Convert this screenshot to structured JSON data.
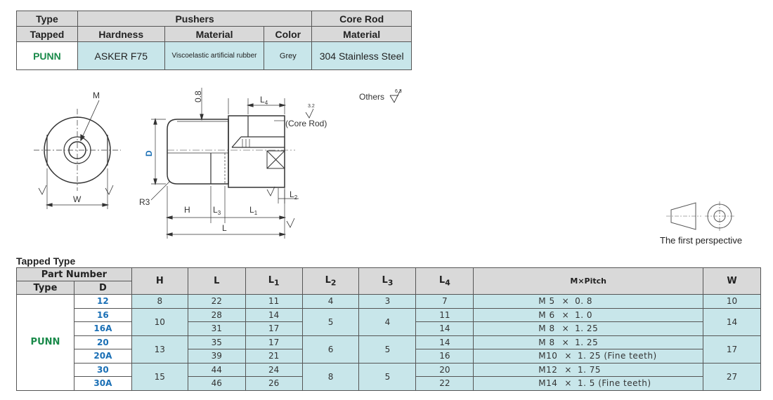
{
  "spec": {
    "header_row1": {
      "type": "Type",
      "pushers": "Pushers",
      "core_rod": "Core Rod"
    },
    "header_row2": {
      "tapped": "Tapped",
      "hardness": "Hardness",
      "material": "Material",
      "color": "Color",
      "core_material": "Material"
    },
    "row": {
      "type": "PUNN",
      "hardness": "ASKER F75",
      "material": "Viscoelastic artificial rubber",
      "color": "Grey",
      "core_material": "304 Stainless Steel"
    }
  },
  "drawing": {
    "label_m": "M",
    "label_w": "W",
    "label_d": "D",
    "label_r3": "R3",
    "label_h": "H",
    "label_l": "L",
    "label_l1": "L",
    "label_l2": "L",
    "label_l3": "L",
    "label_l4": "L",
    "sub_1": "1",
    "sub_2": "2",
    "sub_3": "3",
    "sub_4": "4",
    "label_08": "0.8",
    "label_core_rod": "(Core Rod)",
    "roughness_63": "6.3",
    "roughness_32": "3.2",
    "others": "Others",
    "perspective": "The first perspective"
  },
  "data_table": {
    "title": "Tapped Type",
    "headers": {
      "part_number": "Part Number",
      "type": "Type",
      "d": "D",
      "h": "H",
      "l": "L",
      "l1": "L",
      "l2": "L",
      "l3": "L",
      "l4": "L",
      "sub1": "1",
      "sub2": "2",
      "sub3": "3",
      "sub4": "4",
      "m_pitch": "M×Pitch",
      "w": "W"
    },
    "type_value": "PUNN",
    "rows": [
      {
        "d": "12",
        "l": "22",
        "l1": "11",
        "l4": "7",
        "m": "M 5",
        "pitch": "0. 8"
      },
      {
        "d": "16",
        "l": "28",
        "l1": "14",
        "l4": "11",
        "m": "M 6",
        "pitch": "1. 0"
      },
      {
        "d": "16A",
        "l": "31",
        "l1": "17",
        "l4": "14",
        "m": "M 8",
        "pitch": "1. 25"
      },
      {
        "d": "20",
        "l": "35",
        "l1": "17",
        "l4": "14",
        "m": "M 8",
        "pitch": "1. 25"
      },
      {
        "d": "20A",
        "l": "39",
        "l1": "21",
        "l4": "16",
        "m": "M10",
        "pitch": "1. 25 (Fine teeth)"
      },
      {
        "d": "30",
        "l": "44",
        "l1": "24",
        "l4": "20",
        "m": "M12",
        "pitch": "1. 75"
      },
      {
        "d": "30A",
        "l": "46",
        "l1": "26",
        "l4": "22",
        "m": "M14",
        "pitch": "1. 5 (Fine teeth)"
      }
    ],
    "merged": {
      "h": [
        "8",
        "10",
        "13",
        "15"
      ],
      "l2": [
        "4",
        "5",
        "6",
        "8"
      ],
      "l3": [
        "3",
        "4",
        "5",
        "5"
      ],
      "w": [
        "10",
        "14",
        "17",
        "27"
      ]
    },
    "times": "×"
  }
}
